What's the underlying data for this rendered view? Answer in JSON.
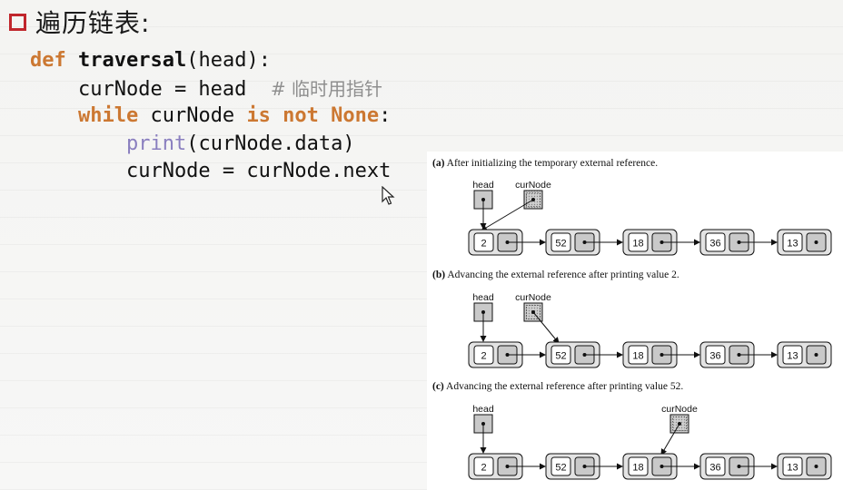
{
  "slide": {
    "title": "遍历链表:",
    "bullet_color": "#c0262c"
  },
  "code": {
    "line1": {
      "kw": "def",
      "name": "traversal",
      "rest": "(head):"
    },
    "line2": {
      "text": "    curNode = head  ",
      "comment": "# 临时用指针"
    },
    "line3": {
      "indent": "    ",
      "kw_while": "while",
      "mid": " curNode ",
      "kw_isnot": "is not",
      "sp": " ",
      "kw_none": "None",
      "end": ":"
    },
    "line4": {
      "indent": "        ",
      "builtin": "print",
      "rest": "(curNode.data)"
    },
    "line5": {
      "text": "        curNode = curNode.next"
    }
  },
  "figure": {
    "panels": [
      {
        "label": "(a)",
        "caption": "After initializing the temporary external reference.",
        "head_label": "head",
        "cur_label": "curNode",
        "cur_points_to_node": 0
      },
      {
        "label": "(b)",
        "caption": "Advancing the external reference after printing value 2.",
        "head_label": "head",
        "cur_label": "curNode",
        "cur_points_to_node": 1
      },
      {
        "label": "(c)",
        "caption": "Advancing the external reference after printing value 52.",
        "head_label": "head",
        "cur_label": "curNode",
        "cur_points_to_node": 2
      }
    ],
    "node_values": [
      "2",
      "52",
      "18",
      "36",
      "13"
    ]
  },
  "colors": {
    "keyword": "#cc7832",
    "builtin": "#8a7fbf",
    "comment": "#8f8f8f"
  }
}
